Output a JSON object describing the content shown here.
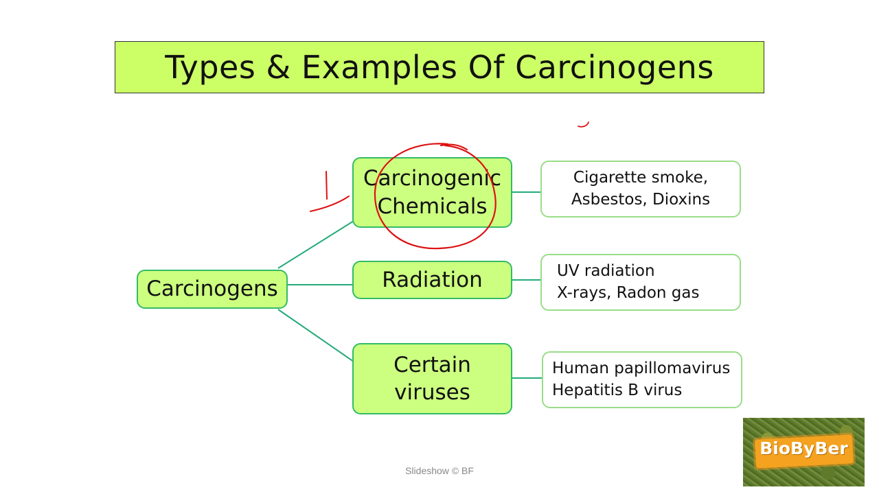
{
  "title": "Types & Examples Of Carcinogens",
  "root": {
    "label": "Carcinogens"
  },
  "categories": [
    {
      "lines": [
        "Carcinogenic",
        "Chemicals"
      ],
      "examples": [
        "Cigarette smoke,",
        "Asbestos, Dioxins"
      ]
    },
    {
      "lines": [
        "Radiation"
      ],
      "examples": [
        "UV radiation",
        "X-rays, Radon gas"
      ]
    },
    {
      "lines": [
        "Certain",
        "viruses"
      ],
      "examples": [
        "Human papillomavirus",
        "Hepatitis B virus"
      ]
    }
  ],
  "footer": "Slideshow © BF",
  "logo": {
    "text": "BioByBer"
  },
  "colors": {
    "title_bg": "#ccff66",
    "node_bg": "#ccff80",
    "node_border": "#33bb66",
    "example_border": "#99dd88",
    "connector": "#22aa77",
    "annotation": "#dd1111"
  }
}
